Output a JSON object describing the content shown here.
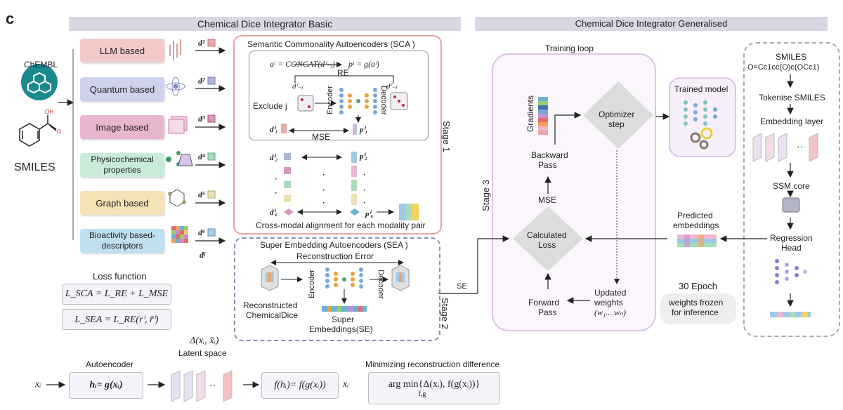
{
  "panel_letter": "c",
  "headers": {
    "basic": "Chemical Dice Integrator Basic",
    "generalised": "Chemical Dice Integrator Generalised"
  },
  "input": {
    "chembl": "ChEMBL",
    "smiles": "SMILES"
  },
  "modalities": [
    {
      "label": "LLM based",
      "color": "#f2c9c9",
      "feature": "d¹"
    },
    {
      "label": "Quantum based",
      "color": "#cfd2ec",
      "feature": "d²"
    },
    {
      "label": "Image based",
      "color": "#e8b6cf",
      "feature": "d³"
    },
    {
      "label": "Physicochemical properties",
      "color": "#c9ecd8",
      "feature": "d⁴"
    },
    {
      "label": "Graph based",
      "color": "#f3e3b6",
      "feature": "d⁵"
    },
    {
      "label": "Bioactivity based-descriptors",
      "color": "#bfe0ef",
      "feature": "d⁶"
    }
  ],
  "dj": "dʲ",
  "sca": {
    "title": "Semantic Commonality Autoencoders (SCA )",
    "eq_a": "aʲ = CONCAT(dⁱ₋ⱼ)",
    "eq_p": "pʲ = g(aʲ)",
    "re": "RE",
    "dminus": "dⁱ₋ⱼ",
    "exclude": "Exclude j",
    "encoder": "Encoder",
    "decoder": "Decoder",
    "mse": "MSE",
    "d1": "dⁱ₁",
    "p1": "pⁱ₁",
    "d2": "dⁱ₂",
    "p2": "pⁱ₂",
    "d6": "dⁱ₆",
    "p6": "pⁱ₆",
    "dot": "·",
    "caption": "Cross-modal alignment for each modality pair",
    "stage": "Stage 1"
  },
  "sea": {
    "title": "Super Embedding Autoencoders (SEA )",
    "recon_error": "Reconstruction Error",
    "encoder": "Encoder",
    "decoder": "Decoder",
    "reconstructed": "Reconstructed",
    "chemicaldice": "ChemicalDice",
    "super": "Super",
    "embeddings": "Embeddings(SE)",
    "stage": "Stage 2",
    "se": "SE"
  },
  "loss": {
    "title": "Loss function",
    "sca": "L_SCA = L_RE + L_MSE",
    "sea": "L_SEA = L_RE(rⁱ, r̃ⁱ)"
  },
  "training": {
    "title": "Training loop",
    "stage": "Stage 3",
    "gradients": "Gradients",
    "backward": "Backward",
    "pass": "Pass",
    "optimizer": "Optimizer",
    "step": "step",
    "mse": "MSE",
    "calculated": "Calculated",
    "loss": "Loss",
    "forward": "Forward",
    "fpass": "Pass",
    "updated": "Updated",
    "weights": "weights",
    "w": "(w₁....wₙ)"
  },
  "trained_model": "Trained model",
  "predicted": {
    "line1": "Predicted",
    "line2": "embeddings"
  },
  "epoch": "30 Epoch",
  "frozen": {
    "line1": "weights frozen",
    "line2": "for inference"
  },
  "generalised": {
    "smiles_title": "SMILES",
    "smiles": "O=Cc1cc(O)c(OCc1)",
    "tokenise": "Tokenise SMILES",
    "embedding": "Embedding layer",
    "ssm": "SSM core",
    "regression": "Regression",
    "head": "Head",
    "dots": "··"
  },
  "bottom": {
    "xi": "xᵢ",
    "autoencoder": "Autoencoder",
    "h": "hᵢ= g(xᵢ)",
    "delta": "Δ(xᵢ, x̃ᵢ)",
    "latent": "Latent space",
    "dots": "··",
    "f": "f(hᵢ)= f(g(xᵢ))",
    "xi2": "xᵢ",
    "min_title": "Minimizing reconstruction difference",
    "argmin": "arg min{Δ(xᵢ), f(g(xᵢ))}",
    "fg": "f,g"
  }
}
